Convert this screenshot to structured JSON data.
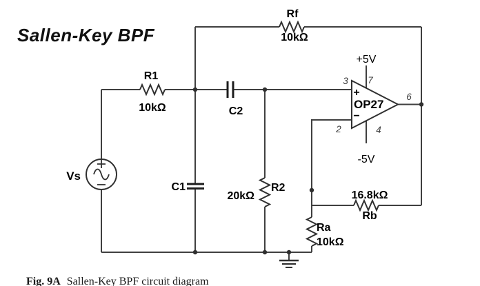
{
  "title": "Sallen-Key BPF",
  "caption": {
    "fig": "Fig. 9A",
    "text": "Sallen-Key BPF circuit diagram"
  },
  "source": {
    "label": "Vs",
    "plus": "+",
    "minus": "−"
  },
  "components": {
    "r1": {
      "label": "R1",
      "value": "10kΩ"
    },
    "rf": {
      "label": "Rf",
      "value": "10kΩ"
    },
    "c1": {
      "label": "C1"
    },
    "c2": {
      "label": "C2"
    },
    "r2": {
      "label": "R2",
      "value": "20kΩ"
    },
    "ra": {
      "label": "Ra",
      "value": "10kΩ"
    },
    "rb": {
      "label": "Rb",
      "value": "16.8kΩ"
    }
  },
  "opamp": {
    "label": "OP27",
    "plus_input": "+",
    "minus_input": "−",
    "supply_positive": "+5V",
    "supply_negative": "-5V",
    "pins": {
      "noninverting": "3",
      "inverting": "2",
      "v_plus": "7",
      "v_minus": "4",
      "output": "6"
    }
  },
  "colors": {
    "wire": "#3f3f3f",
    "symbol": "#303030",
    "label": "#000000",
    "pin_number": "#3a3a3a",
    "background": "#ffffff"
  }
}
